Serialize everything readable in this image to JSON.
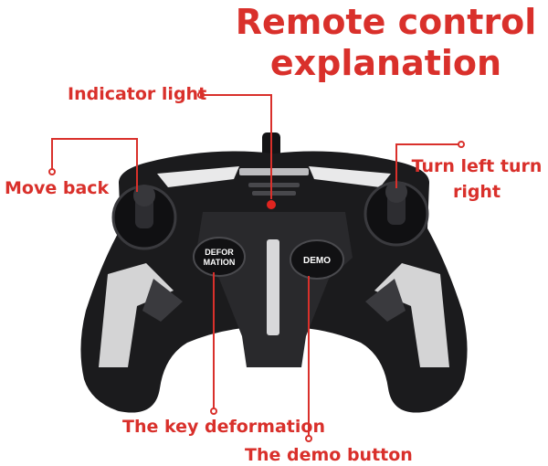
{
  "title": {
    "line1": "Remote control",
    "line2": "explanation"
  },
  "labels": {
    "indicator_light": "Indicator light",
    "move_back": "Move back",
    "turn": "Turn left turn right",
    "key_deformation": "The key deformation",
    "demo_button": "The demo button"
  },
  "buttons": {
    "deformation_line1": "DEFOR",
    "deformation_line2": "MATION",
    "demo": "DEMO"
  },
  "colors": {
    "accent": "#d9302b",
    "body": "#1b1b1d",
    "highlight": "#e9e9ea"
  }
}
